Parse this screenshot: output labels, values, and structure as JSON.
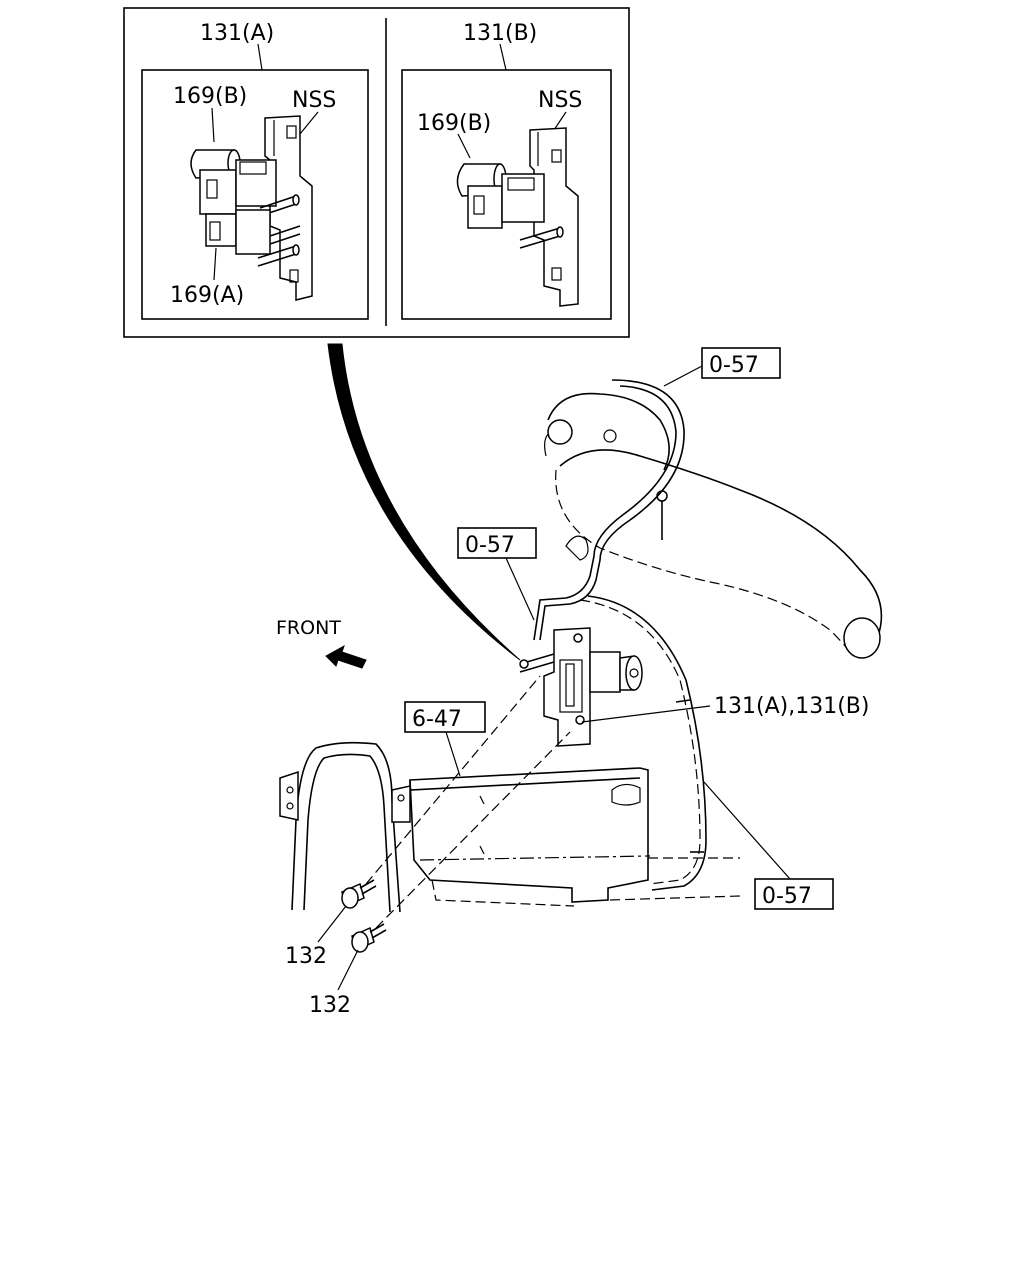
{
  "inset": {
    "left_panel": {
      "title": "131(A)",
      "part_top": "169(B)",
      "part_bottom": "169(A)",
      "note": "NSS"
    },
    "right_panel": {
      "title": "131(B)",
      "part_top": "169(B)",
      "note": "NSS"
    }
  },
  "main": {
    "front_label": "FRONT",
    "ref_boxes": [
      "0-57",
      "0-57",
      "6-47",
      "0-57"
    ],
    "callout_valve": "131(A),131(B)",
    "callout_bolt_upper": "132",
    "callout_bolt_lower": "132"
  }
}
